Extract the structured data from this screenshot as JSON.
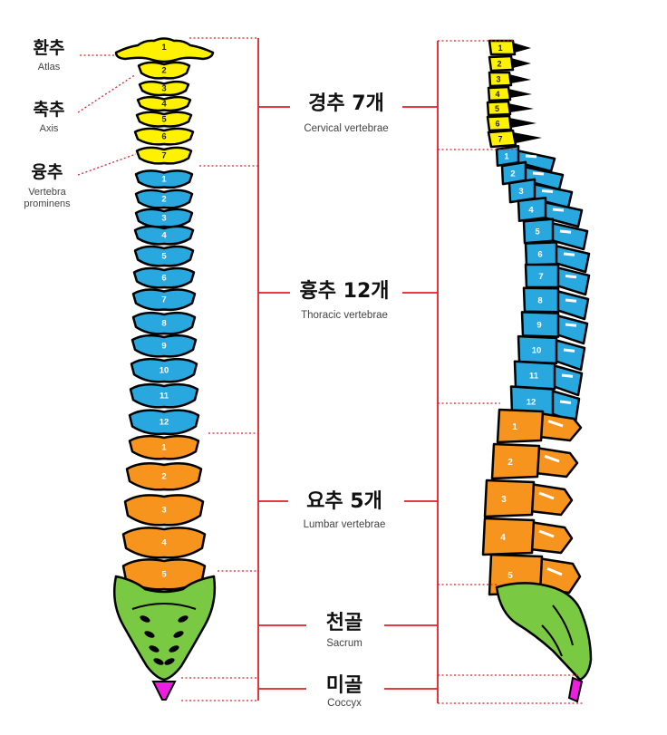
{
  "left_labels": [
    {
      "ko": "환추",
      "en": "Atlas"
    },
    {
      "ko": "축추",
      "en": "Axis"
    },
    {
      "ko": "융추",
      "en": "Vertebra\nprominens"
    }
  ],
  "groups": [
    {
      "ko": "경추 7개",
      "en": "Cervical vertebrae",
      "count": 7,
      "color": "#fff200"
    },
    {
      "ko": "흉추 12개",
      "en": "Thoracic vertebrae",
      "count": 12,
      "color": "#29a8e0"
    },
    {
      "ko": "요추 5개",
      "en": "Lumbar vertebrae",
      "count": 5,
      "color": "#f7941d"
    },
    {
      "ko": "천골",
      "en": "Sacrum",
      "color": "#7ac943"
    },
    {
      "ko": "미골",
      "en": "Coccyx",
      "color": "#ec1fe0"
    }
  ],
  "bracket_color": "#e0202a"
}
